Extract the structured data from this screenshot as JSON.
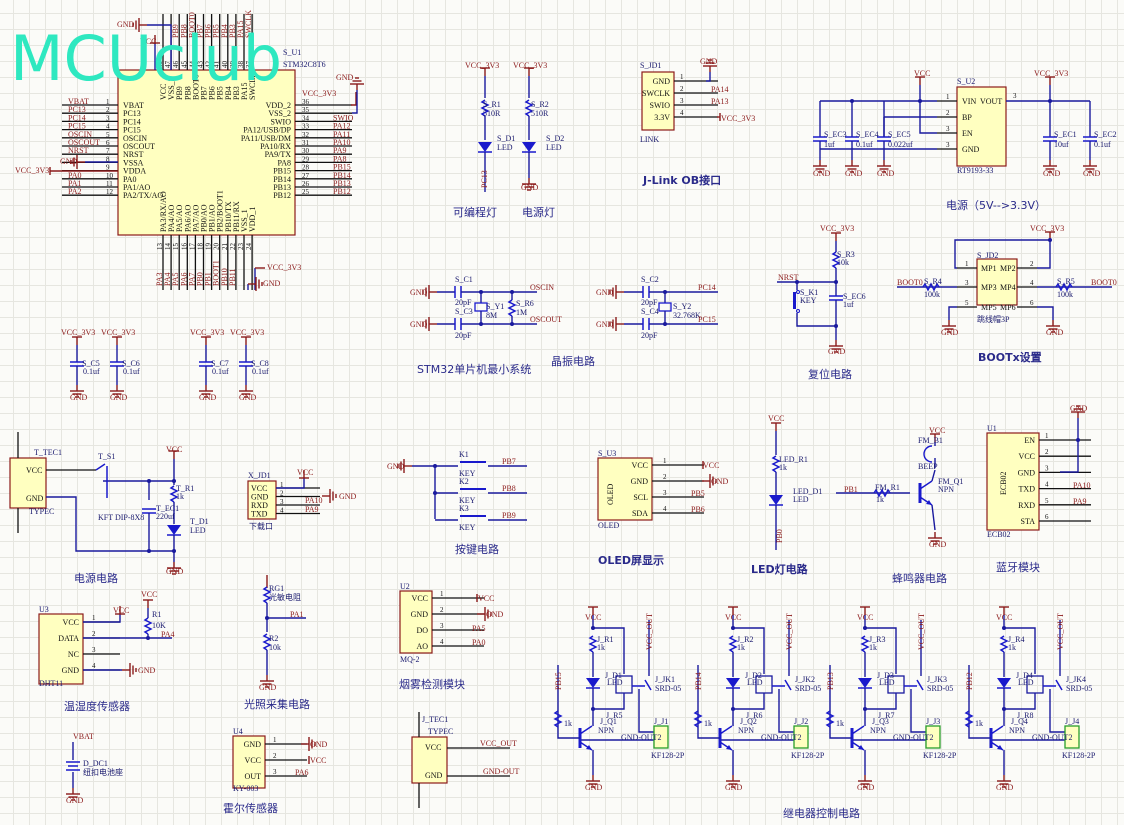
{
  "watermark": "MCUclub",
  "colors": {
    "wire": "#1a1a9e",
    "power": "#8b1a1a",
    "component_fill": "#ffffc0",
    "logo": "#2ee8c0",
    "title": "#2a2a8a"
  },
  "mcu": {
    "ref": "S_U1",
    "part": "STM32C8T6",
    "left_pins": [
      {
        "n": "1",
        "name": "VBAT",
        "net": "VBAT"
      },
      {
        "n": "2",
        "name": "PC13",
        "net": "PC13"
      },
      {
        "n": "3",
        "name": "PC14",
        "net": "PC14"
      },
      {
        "n": "4",
        "name": "PC15",
        "net": "PC15"
      },
      {
        "n": "5",
        "name": "OSCIN",
        "net": "OSCIN"
      },
      {
        "n": "6",
        "name": "OSCOUT",
        "net": "OSCOUT"
      },
      {
        "n": "7",
        "name": "NRST",
        "net": "NRST"
      },
      {
        "n": "8",
        "name": "VSSA",
        "net": "GND"
      },
      {
        "n": "9",
        "name": "VDDA",
        "net": "VCC_3V3"
      },
      {
        "n": "10",
        "name": "PA0",
        "net": "PA0"
      },
      {
        "n": "11",
        "name": "PA1/AO",
        "net": "PA1"
      },
      {
        "n": "12",
        "name": "PA2/TX/AO",
        "net": "PA2"
      }
    ],
    "right_pins": [
      {
        "n": "36",
        "name": "VDD_2",
        "net": "VCC_3V3"
      },
      {
        "n": "35",
        "name": "VSS_2",
        "net": "GND"
      },
      {
        "n": "34",
        "name": "SWIO",
        "net": "SWIO"
      },
      {
        "n": "33",
        "name": "PA12/USB/DP",
        "net": "PA12"
      },
      {
        "n": "32",
        "name": "PA11/USB/DM",
        "net": "PA11"
      },
      {
        "n": "31",
        "name": "PA10/RX",
        "net": "PA10"
      },
      {
        "n": "30",
        "name": "PA9/TX",
        "net": "PA9"
      },
      {
        "n": "29",
        "name": "PA8",
        "net": "PA8"
      },
      {
        "n": "28",
        "name": "PB15",
        "net": "PB15"
      },
      {
        "n": "27",
        "name": "PB14",
        "net": "PB14"
      },
      {
        "n": "26",
        "name": "PB13",
        "net": "PB13"
      },
      {
        "n": "25",
        "name": "PB12",
        "net": "PB12"
      }
    ],
    "top_pins": [
      {
        "n": "48",
        "name": "VCC",
        "net": "VCC"
      },
      {
        "n": "47",
        "name": "VSS_3",
        "net": "GND"
      },
      {
        "n": "46",
        "name": "PB9",
        "net": "PB9"
      },
      {
        "n": "45",
        "name": "PB8",
        "net": "PB8"
      },
      {
        "n": "44",
        "name": "BOOT0",
        "net": "BOOT0"
      },
      {
        "n": "43",
        "name": "PB7",
        "net": "PB7"
      },
      {
        "n": "42",
        "name": "PB6",
        "net": "PB6"
      },
      {
        "n": "41",
        "name": "PB5",
        "net": "PB5"
      },
      {
        "n": "40",
        "name": "PB4",
        "net": "PB4"
      },
      {
        "n": "39",
        "name": "PB3",
        "net": "PB3"
      },
      {
        "n": "38",
        "name": "PA15",
        "net": "PA15"
      },
      {
        "n": "37",
        "name": "SWCLK",
        "net": "SWCLK"
      }
    ],
    "bottom_pins": [
      {
        "n": "13",
        "name": "PA3/RX/AO",
        "net": "PA3"
      },
      {
        "n": "14",
        "name": "PA4/AO",
        "net": "PA4"
      },
      {
        "n": "15",
        "name": "PA5/AO",
        "net": "PA5"
      },
      {
        "n": "16",
        "name": "PA6/AO",
        "net": "PA6"
      },
      {
        "n": "17",
        "name": "PA7/AO",
        "net": "PA7"
      },
      {
        "n": "18",
        "name": "PB0/AO",
        "net": "PB0"
      },
      {
        "n": "19",
        "name": "PB1/AO",
        "net": "PB1"
      },
      {
        "n": "20",
        "name": "PB2/BOOT1",
        "net": "BOOT1"
      },
      {
        "n": "21",
        "name": "PB10/TX",
        "net": "PB10"
      },
      {
        "n": "22",
        "name": "PB11/RX",
        "net": "PB11"
      },
      {
        "n": "23",
        "name": "VSS_1",
        "net": "GND"
      },
      {
        "n": "24",
        "name": "VDD_1",
        "net": "VCC_3V3"
      }
    ]
  },
  "nets": {
    "gnd": "GND",
    "vcc": "VCC",
    "vcc3v3": "VCC_3V3",
    "vbat": "VBAT",
    "nrst": "NRST",
    "boot0": "BOOT0",
    "oscin": "OSCIN",
    "oscout": "OSCOUT",
    "pc13": "PC13",
    "pc14": "PC14",
    "pc15": "PC15",
    "pa14": "PA14",
    "pa13": "PA13",
    "pa10": "PA10",
    "pa9": "PA9",
    "pa4": "PA4",
    "pa1": "PA1",
    "pa5": "PA5",
    "pa0": "PA0",
    "pa6": "PA6",
    "pb5": "PB5",
    "pb6": "PB6",
    "pb7": "PB7",
    "pb8": "PB8",
    "pb9": "PB9",
    "pb0": "PB0",
    "pb1": "PB1",
    "pb15": "PB15",
    "pb14": "PB14",
    "pb13": "PB13",
    "pb12": "PB12",
    "vcc_out": "VCC_OUT",
    "gnd_out": "GND-OUT"
  },
  "leds": {
    "r1_ref": "S_R1",
    "r1_val": "510R",
    "d1_ref": "S_D1",
    "d1_val": "LED",
    "r2_ref": "S_R2",
    "r2_val": "510R",
    "d2_ref": "S_D2",
    "d2_val": "LED",
    "title1": "可编程灯",
    "title2": "电源灯"
  },
  "jlink": {
    "ref": "S_JD1",
    "part": "LINK",
    "pins": [
      {
        "n": "1",
        "name": "GND"
      },
      {
        "n": "2",
        "name": "SWCLK"
      },
      {
        "n": "3",
        "name": "SWIO"
      },
      {
        "n": "4",
        "name": "3.3V"
      }
    ],
    "title": "J-Link OB接口"
  },
  "power": {
    "ref": "S_U2",
    "part": "RT9193-33",
    "pins": [
      {
        "n": "1",
        "name": "VIN"
      },
      {
        "n": "2",
        "name": "BP"
      },
      {
        "n": "3",
        "name": "EN"
      },
      {
        "n": "3",
        "name": "GND"
      }
    ],
    "vout_name": "VOUT",
    "vout_n": "3",
    "caps": [
      {
        "ref": "S_EC3",
        "val": "1uf"
      },
      {
        "ref": "S_EC4",
        "val": "0.1uf"
      },
      {
        "ref": "S_EC5",
        "val": "0.022uf"
      },
      {
        "ref": "S_EC1",
        "val": "10uf"
      },
      {
        "ref": "S_EC2",
        "val": "0.1uf"
      }
    ],
    "title": "电源（5V-->3.3V）"
  },
  "decoupling": [
    {
      "ref": "S_C5",
      "val": "0.1uf"
    },
    {
      "ref": "S_C6",
      "val": "0.1uf"
    },
    {
      "ref": "S_C7",
      "val": "0.1uf"
    },
    {
      "ref": "S_C8",
      "val": "0.1uf"
    }
  ],
  "crystal": {
    "c1": "S_C1",
    "c1v": "20pF",
    "c3": "S_C3",
    "c3v": "20pF",
    "y1": "S_Y1",
    "y1v": "8M",
    "r6": "S_R6",
    "r6v": "1M",
    "c2": "S_C2",
    "c2v": "20pF",
    "c4": "S_C4",
    "c4v": "20pF",
    "y2": "S_Y2",
    "y2v": "32.768K",
    "title": "晶振电路",
    "sys_title": "STM32单片机最小系统"
  },
  "reset": {
    "r3": "S_R3",
    "r3v": "10k",
    "k1": "S_K1",
    "k1v": "KEY",
    "c": "S_EC6",
    "cv": "1uf",
    "title": "复位电路"
  },
  "boot": {
    "ref": "S_JD2",
    "part": "跳线帽3P",
    "pins": [
      "MP1",
      "MP2",
      "MP3",
      "MP4",
      "MP5",
      "MP6"
    ],
    "r4": "S_R4",
    "r4v": "100k",
    "r5": "S_R5",
    "r5v": "100k",
    "title": "BOOTx设置"
  },
  "supply": {
    "tec": "T_TEC1",
    "tec_part": "TYPEC",
    "tec_pins": [
      "VCC",
      "GND"
    ],
    "s1": "T_S1",
    "s1_part": "KFT DIP-8X8",
    "r1": "T_R1",
    "r1v": "1k",
    "ec": "T_EC1",
    "ecv": "220uf",
    "d1": "T_D1",
    "d1v": "LED",
    "title": "电源电路"
  },
  "download": {
    "ref": "X_JD1",
    "pins": [
      "VCC",
      "GND",
      "RXD",
      "TXD"
    ],
    "part": "下载口"
  },
  "keys": {
    "items": [
      {
        "ref": "K1",
        "val": "KEY",
        "net": "PB7"
      },
      {
        "ref": "K2",
        "val": "KEY",
        "net": "PB8"
      },
      {
        "ref": "K3",
        "val": "KEY",
        "net": "PB9"
      }
    ],
    "title": "按键电路"
  },
  "oled": {
    "ref": "S_U3",
    "part": "OLED",
    "body": "OLED",
    "pins": [
      "VCC",
      "GND",
      "SCL",
      "SDA"
    ],
    "title": "OLED屏显示"
  },
  "led_circuit": {
    "r": "LED_R1",
    "rv": "1k",
    "d": "LED_D1",
    "dv": "LED",
    "title": "LED灯电路"
  },
  "buzzer": {
    "bz": "FM_B1",
    "bzv": "BEEP",
    "r": "FM_R1",
    "rv": "1k",
    "q": "FM_Q1",
    "qv": "NPN",
    "title": "蜂鸣器电路"
  },
  "bluetooth": {
    "ref": "U1",
    "part": "ECB02",
    "body": "ECB02",
    "pins": [
      "EN",
      "VCC",
      "GND",
      "TXD",
      "RXD",
      "STA"
    ],
    "title": "蓝牙模块"
  },
  "dht": {
    "ref": "U3",
    "part": "DHT11",
    "pins": [
      "VCC",
      "DATA",
      "NC",
      "GND"
    ],
    "r": "R1",
    "rv": "10K",
    "title": "温湿度传感器"
  },
  "light": {
    "rg": "RG1",
    "rgv": "光敏电阻",
    "r": "R2",
    "rv": "10k",
    "title": "光照采集电路"
  },
  "smoke": {
    "ref": "U2",
    "part": "MQ-2",
    "pins": [
      "VCC",
      "GND",
      "DO",
      "AO"
    ],
    "title": "烟雾检测模块"
  },
  "battery": {
    "ref": "D_DC1",
    "val": "纽扣电池座"
  },
  "hall": {
    "ref": "U4",
    "part": "KY-003",
    "pins": [
      "GND",
      "VCC",
      "OUT"
    ],
    "title": "霍尔传感器"
  },
  "jtec": {
    "ref": "J_TEC1",
    "part": "TYPEC",
    "pins": [
      "VCC",
      "GND"
    ]
  },
  "relays": {
    "items": [
      {
        "r": "J_R1",
        "rv": "1k",
        "d": "J_D1",
        "led": "LED",
        "rb": "J_R5",
        "rbv": "1k",
        "q": "J_Q1",
        "qv": "NPN",
        "k": "J_JK1",
        "kv": "SRD-05",
        "j": "J_J1",
        "jv": "KF128-2P",
        "in": "PB15",
        "out": "GND-OUT2"
      },
      {
        "r": "J_R2",
        "rv": "1k",
        "d": "J_D2",
        "led": "LED",
        "rb": "J_R6",
        "rbv": "1k",
        "q": "J_Q2",
        "qv": "NPN",
        "k": "J_JK2",
        "kv": "SRD-05",
        "j": "J_J2",
        "jv": "KF128-2P",
        "in": "PB14",
        "out": "GND-OUT2"
      },
      {
        "r": "J_R3",
        "rv": "1k",
        "d": "J_D3",
        "led": "LED",
        "rb": "J_R7",
        "rbv": "1k",
        "q": "J_Q3",
        "qv": "NPN",
        "k": "J_JK3",
        "kv": "SRD-05",
        "j": "J_J3",
        "jv": "KF128-2P",
        "in": "PB13",
        "out": "GND-OUT2"
      },
      {
        "r": "J_R4",
        "rv": "1k",
        "d": "J_D4",
        "led": "LED",
        "rb": "J_R8",
        "rbv": "1k",
        "q": "J_Q4",
        "qv": "NPN",
        "k": "J_JK4",
        "kv": "SRD-05",
        "j": "J_J4",
        "jv": "KF128-2P",
        "in": "PB12",
        "out": "GND-OUT2"
      }
    ],
    "title": "继电器控制电路"
  }
}
